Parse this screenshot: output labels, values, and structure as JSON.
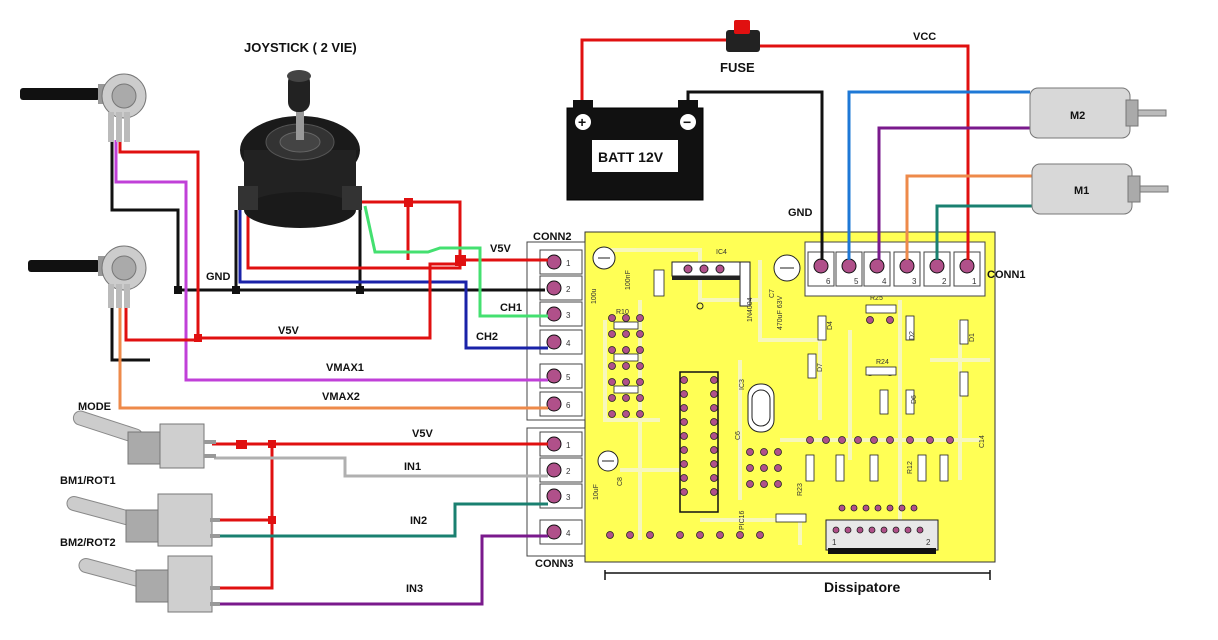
{
  "labels": {
    "joystick": "JOYSTICK ( 2 VIE)",
    "fuse": "FUSE",
    "vcc": "VCC",
    "battery": "BATT 12V",
    "gnd_top": "GND",
    "gnd_left": "GND",
    "v5v_top": "V5V",
    "v5v_mid": "V5V",
    "v5v_low": "V5V",
    "ch1": "CH1",
    "ch2": "CH2",
    "vmax1": "VMAX1",
    "vmax2": "VMAX2",
    "in1": "IN1",
    "in2": "IN2",
    "in3": "IN3",
    "mode": "MODE",
    "bm1": "BM1/ROT1",
    "bm2": "BM2/ROT2",
    "conn1": "CONN1",
    "conn2": "CONN2",
    "conn3": "CONN3",
    "m1": "M1",
    "m2": "M2",
    "heatsink": "Dissipatore"
  },
  "pcb_components": {
    "c_100u": "100u",
    "c_100nf": "100nF",
    "ic4": "IC4",
    "d_1n4004": "1N4004",
    "c_470u": "470uF 63V",
    "c7": "C7",
    "r10": "R10",
    "r25": "R25",
    "r24": "R24",
    "d1": "D1",
    "d2": "D2",
    "d4": "D4",
    "d6": "D6",
    "d7": "D7",
    "ic3": "IC3",
    "c6": "C6",
    "c8": "C8",
    "c10u": "10uF",
    "r23": "R23",
    "r12": "R12",
    "c14": "C14",
    "pic": "PIC16"
  },
  "pins": {
    "conn1": [
      "6",
      "5",
      "4",
      "3",
      "2",
      "1"
    ],
    "conn2": [
      "1",
      "2",
      "3",
      "4",
      "5",
      "6"
    ],
    "conn3": [
      "1",
      "2",
      "3",
      "4"
    ],
    "heatsink_pins": [
      "1",
      "2"
    ]
  },
  "battery_terminals": {
    "plus": "+",
    "minus": "−"
  },
  "colors": {
    "red": "#e01010",
    "black": "#111111",
    "blue": "#1e78d6",
    "navy": "#1a22a8",
    "purple": "#7a1a8c",
    "magenta": "#c040d8",
    "orange": "#ee8a4a",
    "teal": "#1a8070",
    "green": "#44e070",
    "gray": "#b0b0b0",
    "pcb_yellow": "#ffff55",
    "pcb_trace": "#f4f4a0"
  }
}
